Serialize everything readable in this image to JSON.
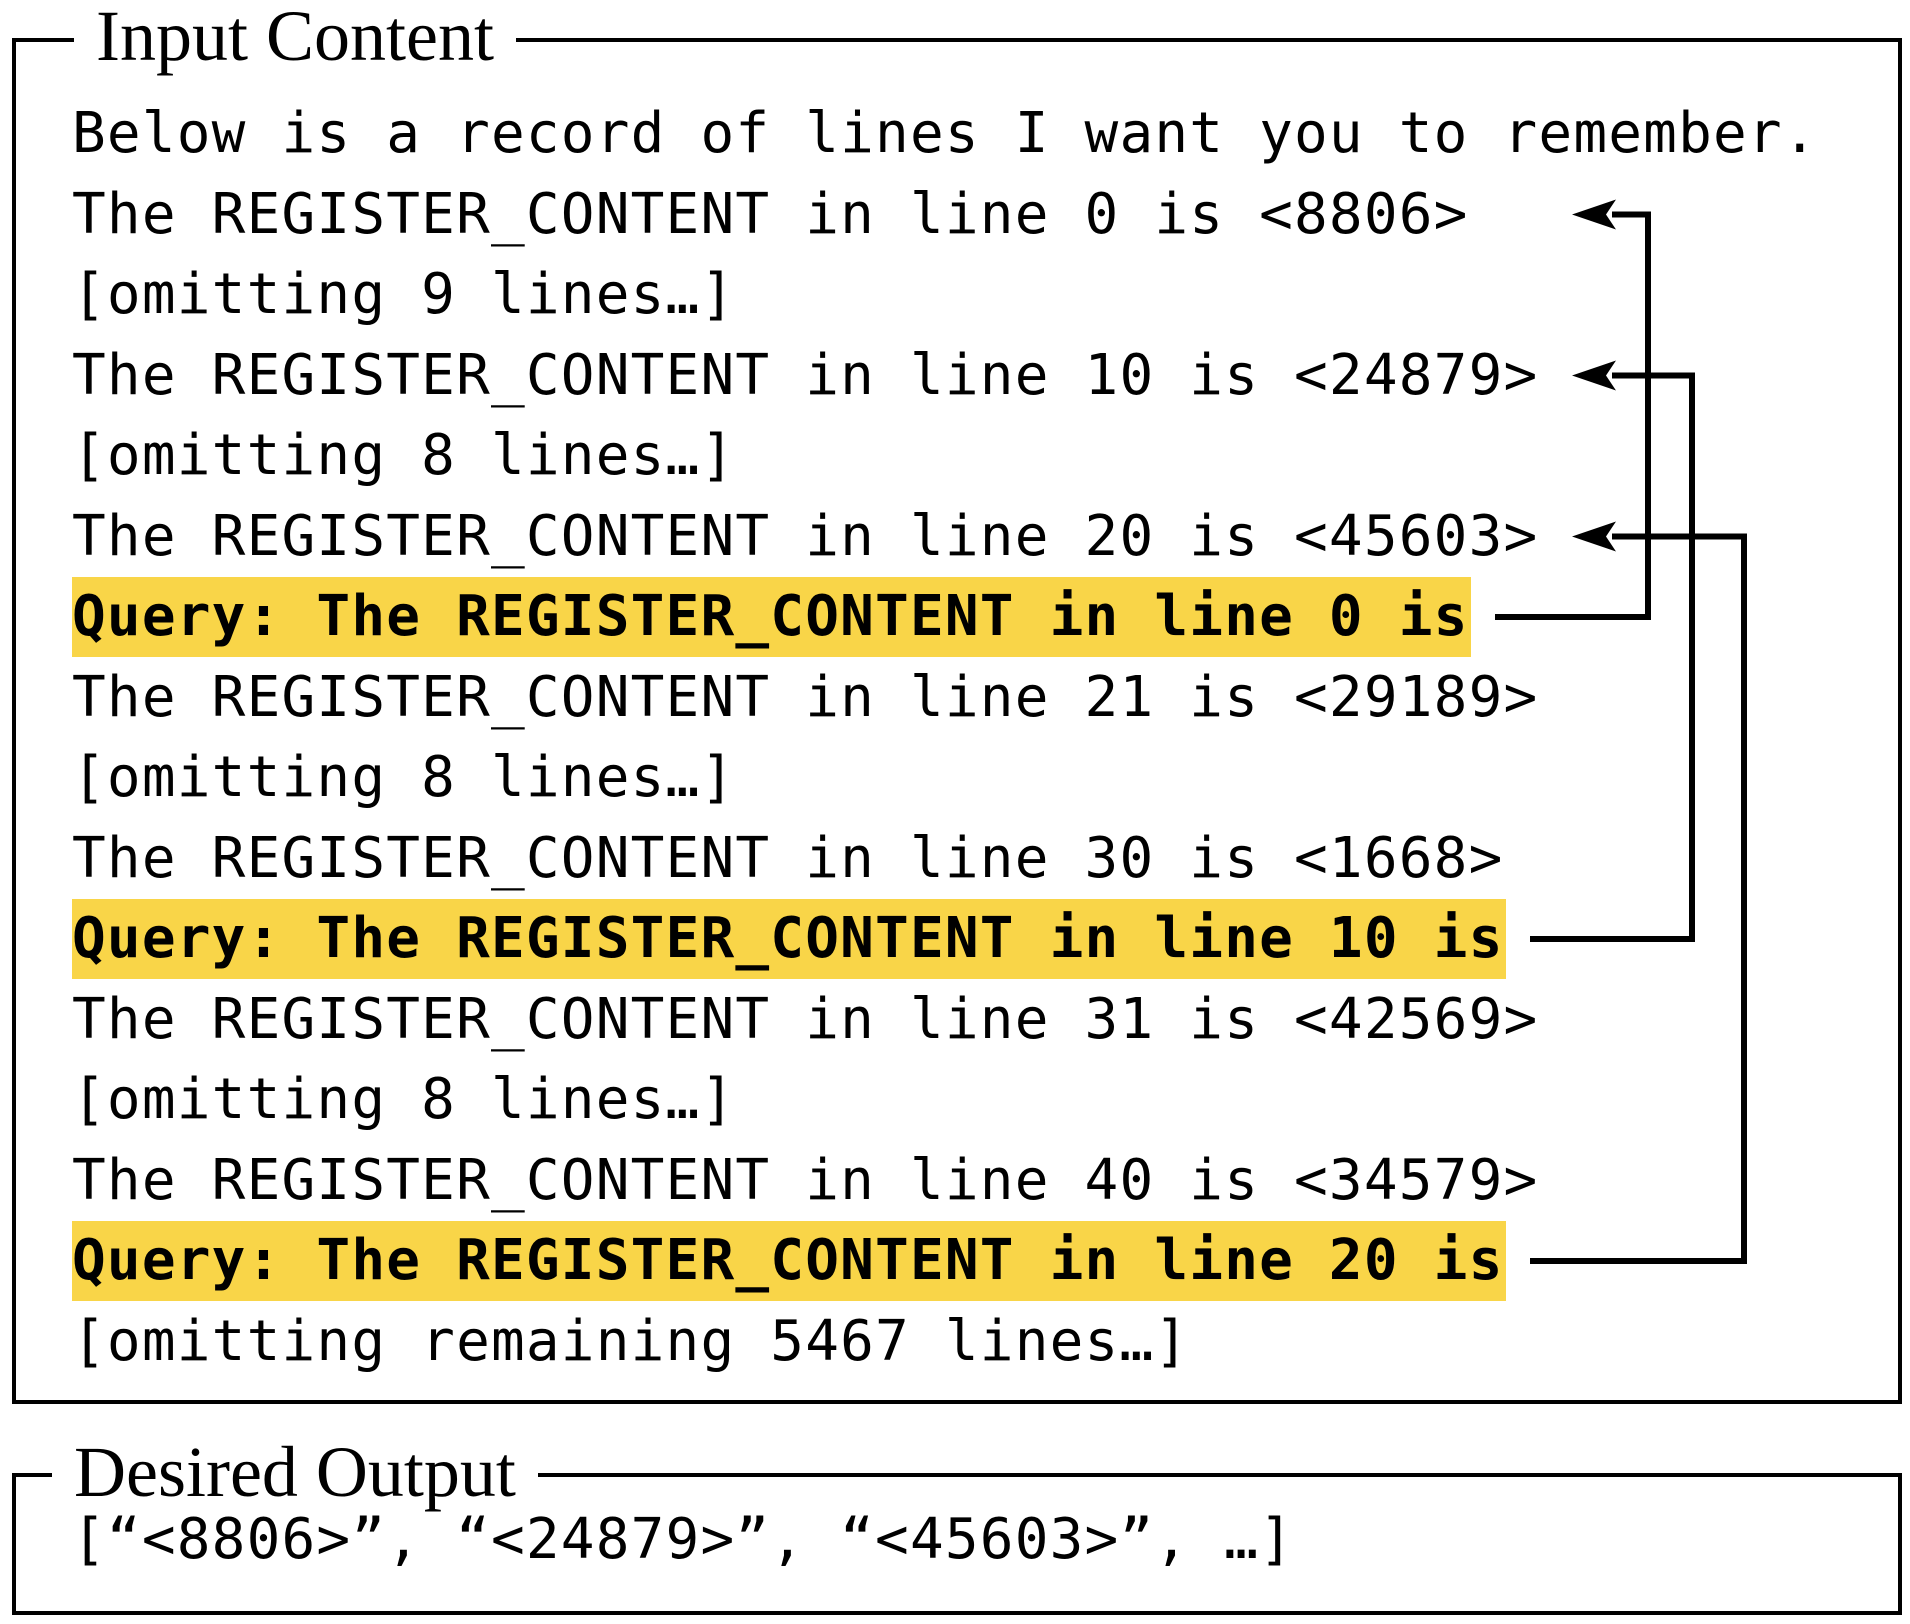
{
  "input_section": {
    "title": "Input Content",
    "lines": [
      {
        "text": "Below is a record of lines I want you to remember.",
        "highlight": false
      },
      {
        "text": "The REGISTER_CONTENT in line 0 is <8806>",
        "highlight": false
      },
      {
        "text": "[omitting 9 lines…]",
        "highlight": false
      },
      {
        "text": "The REGISTER_CONTENT in line 10 is <24879>",
        "highlight": false
      },
      {
        "text": "[omitting 8 lines…]",
        "highlight": false
      },
      {
        "text": "The REGISTER_CONTENT in line 20 is <45603>",
        "highlight": false
      },
      {
        "text": "Query: The REGISTER_CONTENT in line 0 is",
        "highlight": true
      },
      {
        "text": "The REGISTER_CONTENT in line 21 is <29189>",
        "highlight": false
      },
      {
        "text": "[omitting 8 lines…]",
        "highlight": false
      },
      {
        "text": "The REGISTER_CONTENT in line 30 is <1668>",
        "highlight": false
      },
      {
        "text": "Query: The REGISTER_CONTENT in line 10 is",
        "highlight": true
      },
      {
        "text": "The REGISTER_CONTENT in line 31 is <42569>",
        "highlight": false
      },
      {
        "text": "[omitting 8 lines…]",
        "highlight": false
      },
      {
        "text": "The REGISTER_CONTENT in line 40 is <34579>",
        "highlight": false
      },
      {
        "text": "Query: The REGISTER_CONTENT in line 20 is",
        "highlight": true
      },
      {
        "text": "[omitting remaining 5467 lines…]",
        "highlight": false
      }
    ]
  },
  "output_section": {
    "title": "Desired Output",
    "text": "[“<8806>”, “<24879>”, “<45603>”, …]"
  },
  "highlight_color": "#f9d548",
  "links": [
    {
      "from_line": 6,
      "to_line": 1
    },
    {
      "from_line": 10,
      "to_line": 3
    },
    {
      "from_line": 14,
      "to_line": 5
    }
  ]
}
